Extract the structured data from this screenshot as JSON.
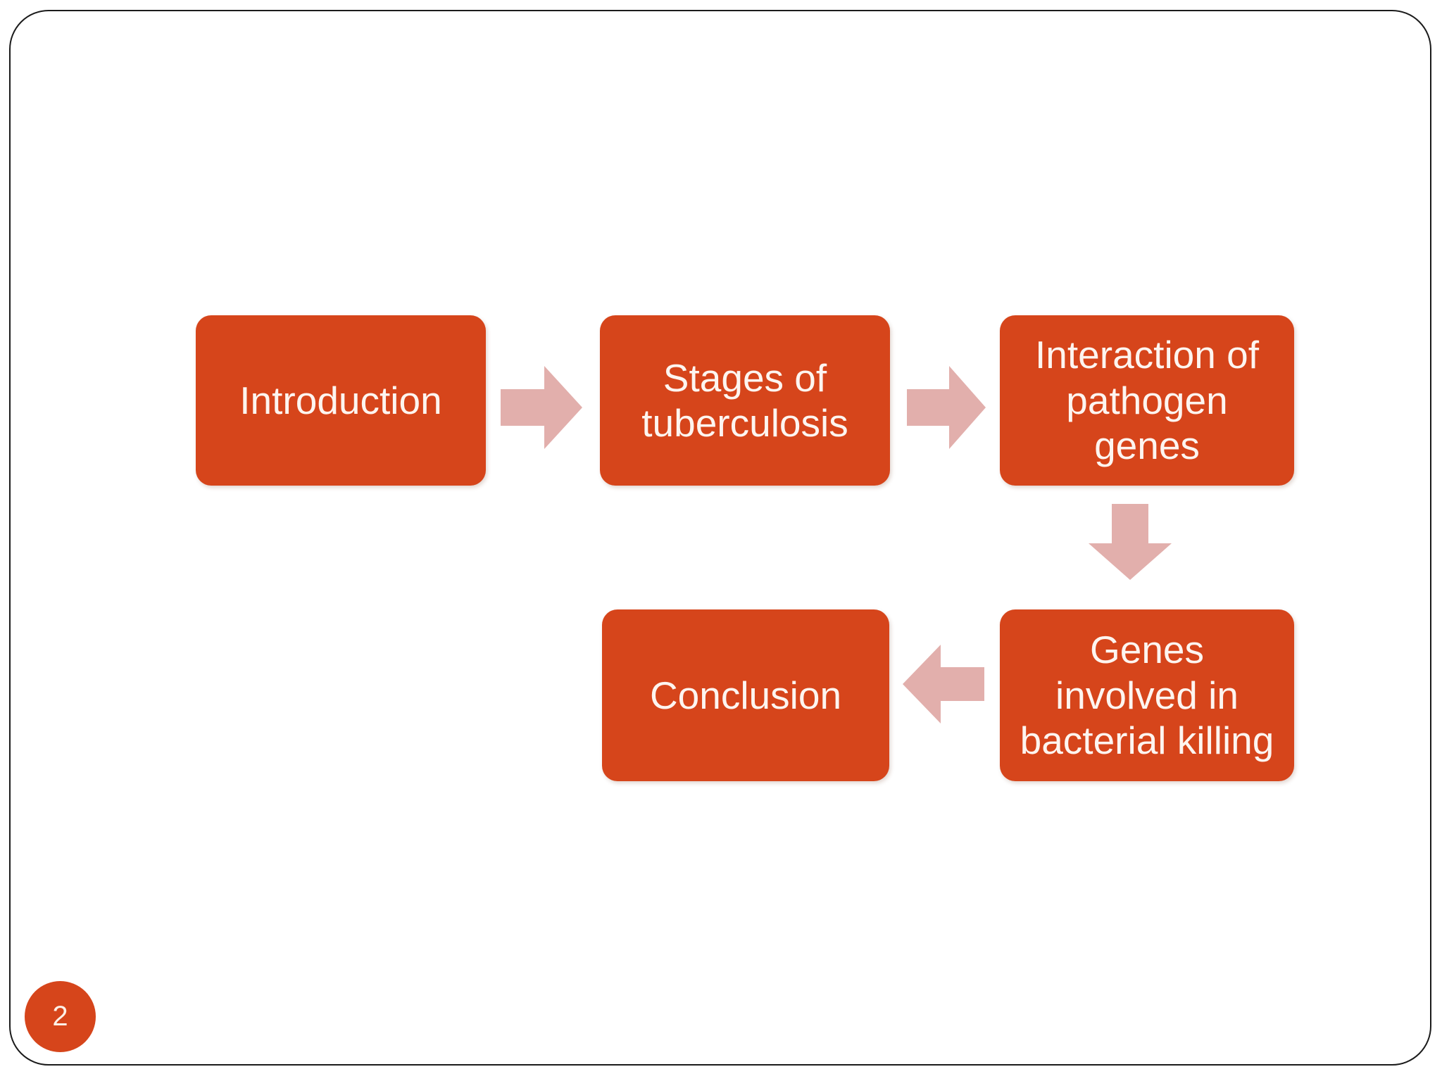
{
  "slide": {
    "page_number": "2",
    "background_color": "#ffffff",
    "border_color": "#1b1b1b",
    "box_color": "#D6451B",
    "arrow_color": "#E2AFAC",
    "text_color": "#fdf5f0"
  },
  "flow": {
    "boxes": [
      {
        "id": "introduction",
        "label": "Introduction"
      },
      {
        "id": "stages",
        "label": "Stages of\ntuberculosis"
      },
      {
        "id": "interaction",
        "label": "Interaction of\npathogen\ngenes"
      },
      {
        "id": "genes",
        "label": "Genes\ninvolved in\nbacterial killing"
      },
      {
        "id": "conclusion",
        "label": "Conclusion"
      }
    ],
    "arrows": [
      {
        "id": "intro-to-stages",
        "direction": "right",
        "from": "introduction",
        "to": "stages"
      },
      {
        "id": "stages-to-interaction",
        "direction": "right",
        "from": "stages",
        "to": "interaction"
      },
      {
        "id": "interaction-to-genes",
        "direction": "down",
        "from": "interaction",
        "to": "genes"
      },
      {
        "id": "genes-to-conclusion",
        "direction": "left",
        "from": "genes",
        "to": "conclusion"
      }
    ]
  }
}
